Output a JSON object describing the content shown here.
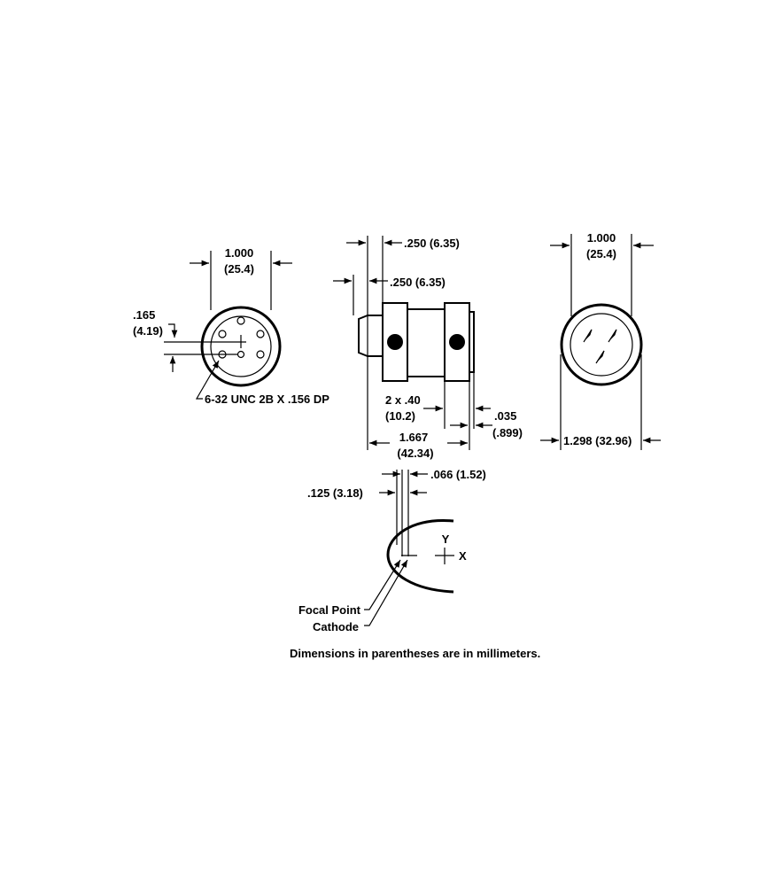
{
  "front_view": {
    "width_in": "1.000",
    "width_mm": "(25.4)",
    "offset_in": ".165",
    "offset_mm": "(4.19)",
    "thread_note": "6-32 UNC 2B X .156 DP"
  },
  "side_view": {
    "flange_in": ".250 (6.35)",
    "flange2_in": ".250 (6.35)",
    "collar_in": "2 x .40",
    "collar_mm": "(10.2)",
    "thin_in": ".035",
    "thin_mm": "(.899)",
    "length_in": "1.667",
    "length_mm": "(42.34)"
  },
  "rear_view": {
    "width_in": "1.000",
    "width_mm": "(25.4)",
    "diameter": "1.298 (32.96)"
  },
  "detail": {
    "cathode_offset": ".125 (3.18)",
    "focal_offset": ".066 (1.52)",
    "y_axis": "Y",
    "x_axis": "X",
    "focal_point": "Focal Point",
    "cathode": "Cathode"
  },
  "footnote": "Dimensions in parentheses are in millimeters."
}
